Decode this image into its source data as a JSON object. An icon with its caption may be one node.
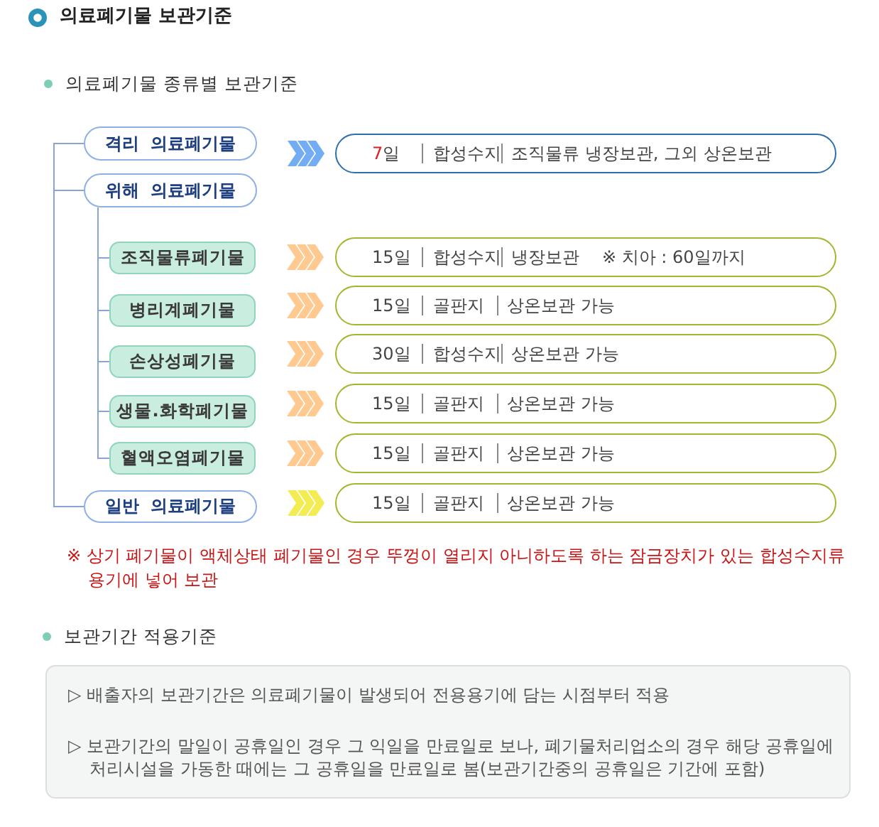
{
  "diagram": {
    "title": "의료폐기물 보관기준",
    "nodes": [
      {
        "text": [
          "격리 의료폐기물"
        ]
      },
      {
        "text": [
          "7일",
          "합성수지",
          "조직물류 냉장보관, 그외 상온보관"
        ]
      },
      {
        "text": [
          "위해 의료폐기물"
        ]
      },
      {
        "text": [
          "조직물류폐기물"
        ]
      },
      {
        "text": [
          "15일",
          "합성수지",
          "냉장보관",
          "※ 치아 : 60일까지"
        ]
      },
      {
        "text": [
          "병리계폐기물"
        ]
      },
      {
        "text": [
          "15일",
          "골판지",
          "상온보관 가능"
        ]
      },
      {
        "text": [
          "손상성폐기물"
        ]
      },
      {
        "text": [
          "30일",
          "합성수지",
          "상온보관 가능"
        ]
      },
      {
        "text": [
          "생물.화학폐기물"
        ]
      },
      {
        "text": [
          "15일",
          "골판지",
          "상온보관 가능"
        ]
      },
      {
        "text": [
          "혈액오염폐기물"
        ]
      },
      {
        "text": [
          "15일",
          "골판지",
          "상온보관 가능"
        ]
      },
      {
        "text": [
          "일반 의료폐기물"
        ]
      },
      {
        "text": [
          "15일",
          "골판지",
          "상온보관 가능"
        ]
      },
      {
        "text": [
          "▷ 배출자의 보관기간은 의료폐기물이 발생되어 전용용기에 담는 시점부터 적용",
          "▷ 보관기간의 말일이 공휴일인 경우 그 익일을 만료일로 보나, 폐기물처리업소의 경우 해당 공휴일에 처리시설을 가동한 때에는 그 공휴일을 만료일로 봄(보관기간중의 공휴일은 기간에 포함)"
        ]
      }
    ],
    "edges": [
      {
        "from": 0,
        "to": 1,
        "arrow": "to",
        "color": "#72acf3"
      },
      {
        "from": 0,
        "to": 2,
        "arrow": "none"
      },
      {
        "from": 0,
        "to": 13,
        "arrow": "none"
      },
      {
        "from": 2,
        "to": 3,
        "arrow": "none"
      },
      {
        "from": 3,
        "to": 4,
        "arrow": "to",
        "color": "#ffc98f"
      },
      {
        "from": 2,
        "to": 5,
        "arrow": "none"
      },
      {
        "from": 5,
        "to": 6,
        "arrow": "to",
        "color": "#ffc98f"
      },
      {
        "from": 2,
        "to": 7,
        "arrow": "none"
      },
      {
        "from": 7,
        "to": 8,
        "arrow": "to",
        "color": "#ffc98f"
      },
      {
        "from": 2,
        "to": 9,
        "arrow": "none"
      },
      {
        "from": 9,
        "to": 10,
        "arrow": "to",
        "color": "#ffc98f"
      },
      {
        "from": 2,
        "to": 11,
        "arrow": "none"
      },
      {
        "from": 11,
        "to": 12,
        "arrow": "to",
        "color": "#ffc98f"
      },
      {
        "from": 13,
        "to": 14,
        "arrow": "to",
        "color": "#f3ec52"
      }
    ],
    "labels": [
      "의료폐기물 종류별 보관기준",
      "※ 상기 폐기물이 액체상태 폐기물인 경우 뚜껑이 열리지 아니하도록 하는 잠금장치가 있는 합성수지류 용기에 넣어 보관",
      "보관기간 적용기준"
    ]
  }
}
